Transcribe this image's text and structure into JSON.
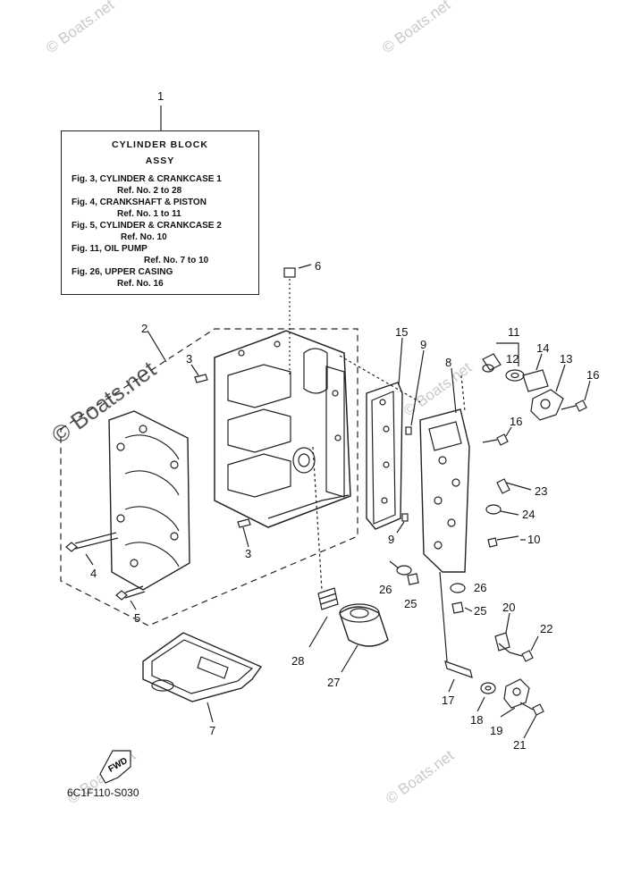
{
  "watermark": "© Boats.net",
  "reference_box": {
    "title_line1": "CYLINDER BLOCK",
    "title_line2": "ASSY",
    "lines": [
      "Fig. 3, CYLINDER & CRANKCASE 1",
      "Ref. No. 2 to 28",
      "Fig. 4, CRANKSHAFT & PISTON",
      "Ref. No. 1 to 11",
      "Fig. 5, CYLINDER & CRANKCASE 2",
      "Ref. No. 10",
      "Fig. 11, OIL PUMP",
      "Ref. No. 7 to 10",
      "Fig. 26, UPPER CASING",
      "Ref. No. 16"
    ]
  },
  "callouts": [
    "1",
    "2",
    "3",
    "3",
    "4",
    "5",
    "6",
    "7",
    "8",
    "9",
    "9",
    "10",
    "11",
    "12",
    "13",
    "14",
    "15",
    "16",
    "16",
    "17",
    "18",
    "19",
    "20",
    "21",
    "22",
    "23",
    "24",
    "25",
    "25",
    "26",
    "26",
    "27",
    "28"
  ],
  "fwd_label": "FWD",
  "diagram_code": "6C1F110-S030"
}
